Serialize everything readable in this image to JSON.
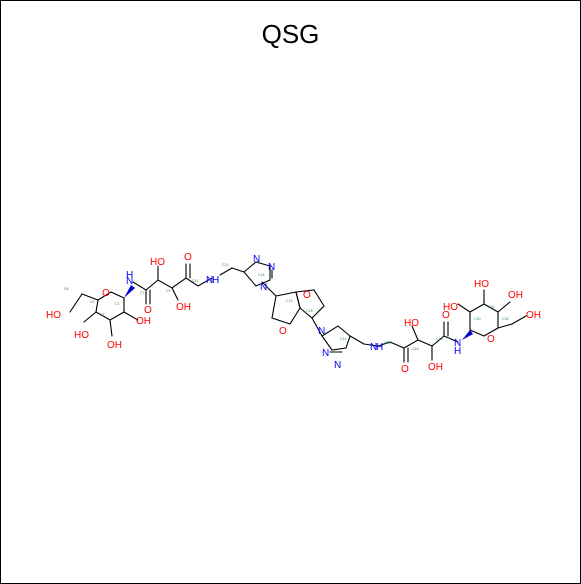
{
  "title": "QSG",
  "atom_labels": {
    "O": "O",
    "N": "N",
    "H": "H",
    "OH": "OH",
    "HO": "HO"
  },
  "colors": {
    "oxygen": "#ff0000",
    "nitrogen": "#0000ff",
    "bond": "#000000",
    "atom_index": "#2e8b2e"
  }
}
